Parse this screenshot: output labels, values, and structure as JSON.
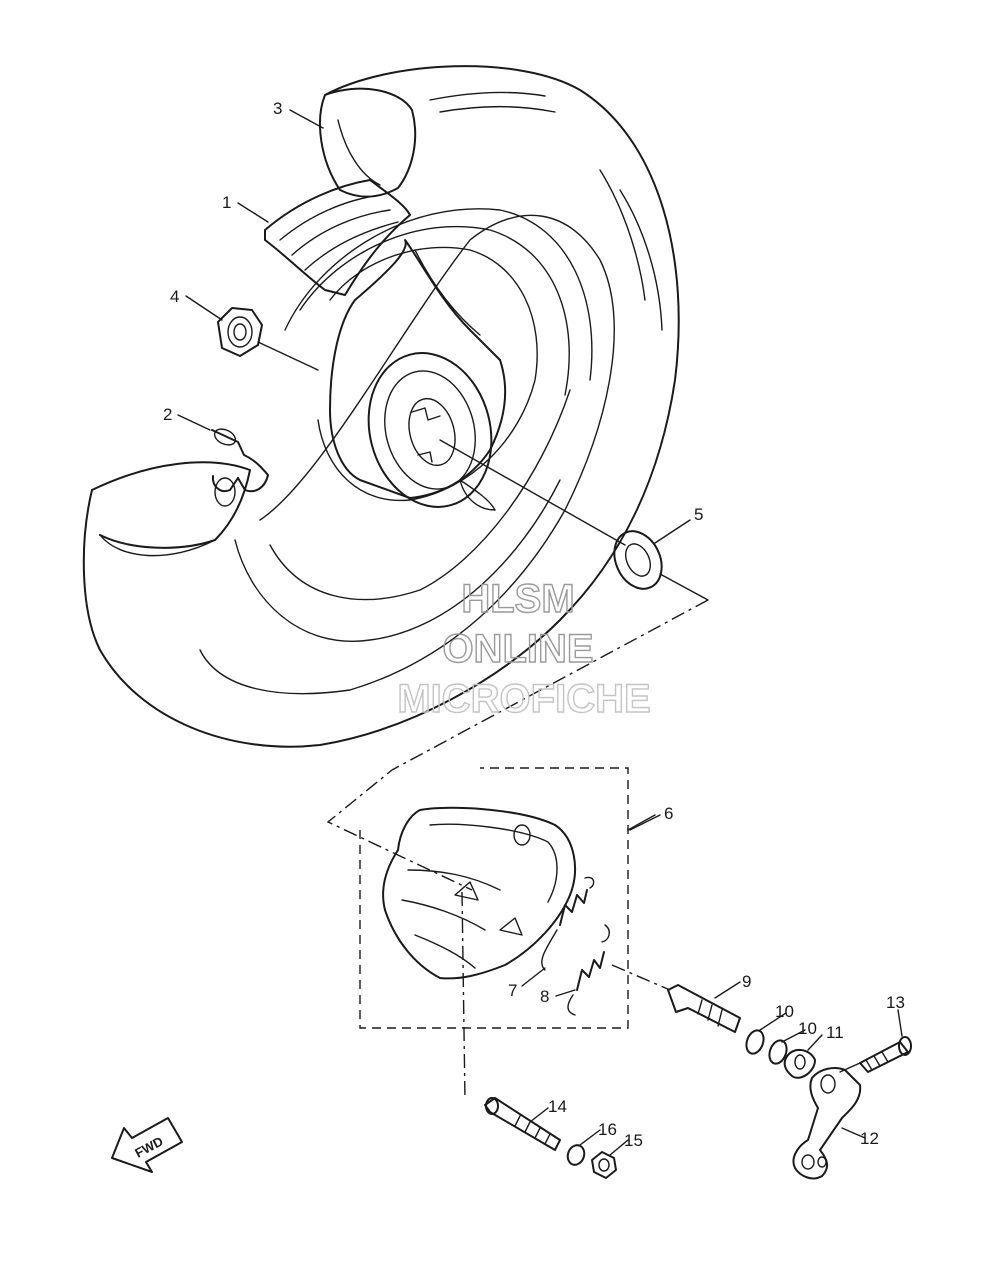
{
  "watermark": {
    "line1": "HLSM",
    "line2": "ONLINE",
    "line3": "MICROFICHE"
  },
  "direction_label": "FWD",
  "callouts": [
    "1",
    "2",
    "3",
    "4",
    "5",
    "6",
    "7",
    "8",
    "9",
    "10",
    "10",
    "11",
    "12",
    "13",
    "14",
    "15",
    "16"
  ]
}
